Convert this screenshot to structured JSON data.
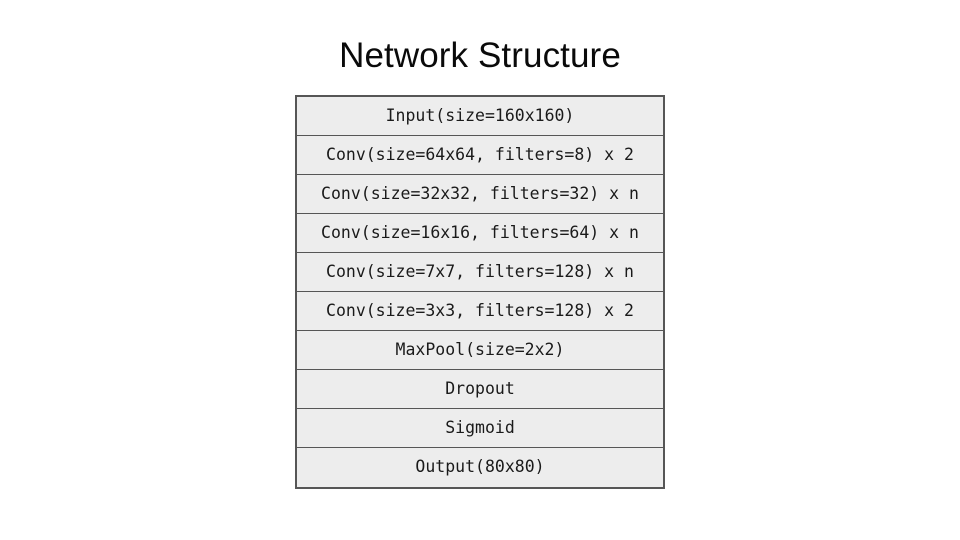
{
  "slide": {
    "title": "Network Structure",
    "background_color": "#ffffff",
    "title_color": "#0a0a0a"
  },
  "diagram": {
    "type": "vertical-stack-table",
    "name": "network-structure-stack",
    "fill_color": "#ededed",
    "border_color": "#565656",
    "row_count": 10,
    "layers": [
      {
        "label": "Input(size=160x160)"
      },
      {
        "label": "Conv(size=64x64, filters=8) x 2"
      },
      {
        "label": "Conv(size=32x32, filters=32) x n"
      },
      {
        "label": "Conv(size=16x16, filters=64) x n"
      },
      {
        "label": "Conv(size=7x7, filters=128) x n"
      },
      {
        "label": "Conv(size=3x3, filters=128) x 2"
      },
      {
        "label": "MaxPool(size=2x2)"
      },
      {
        "label": "Dropout"
      },
      {
        "label": "Sigmoid"
      },
      {
        "label": "Output(80x80)"
      }
    ]
  }
}
